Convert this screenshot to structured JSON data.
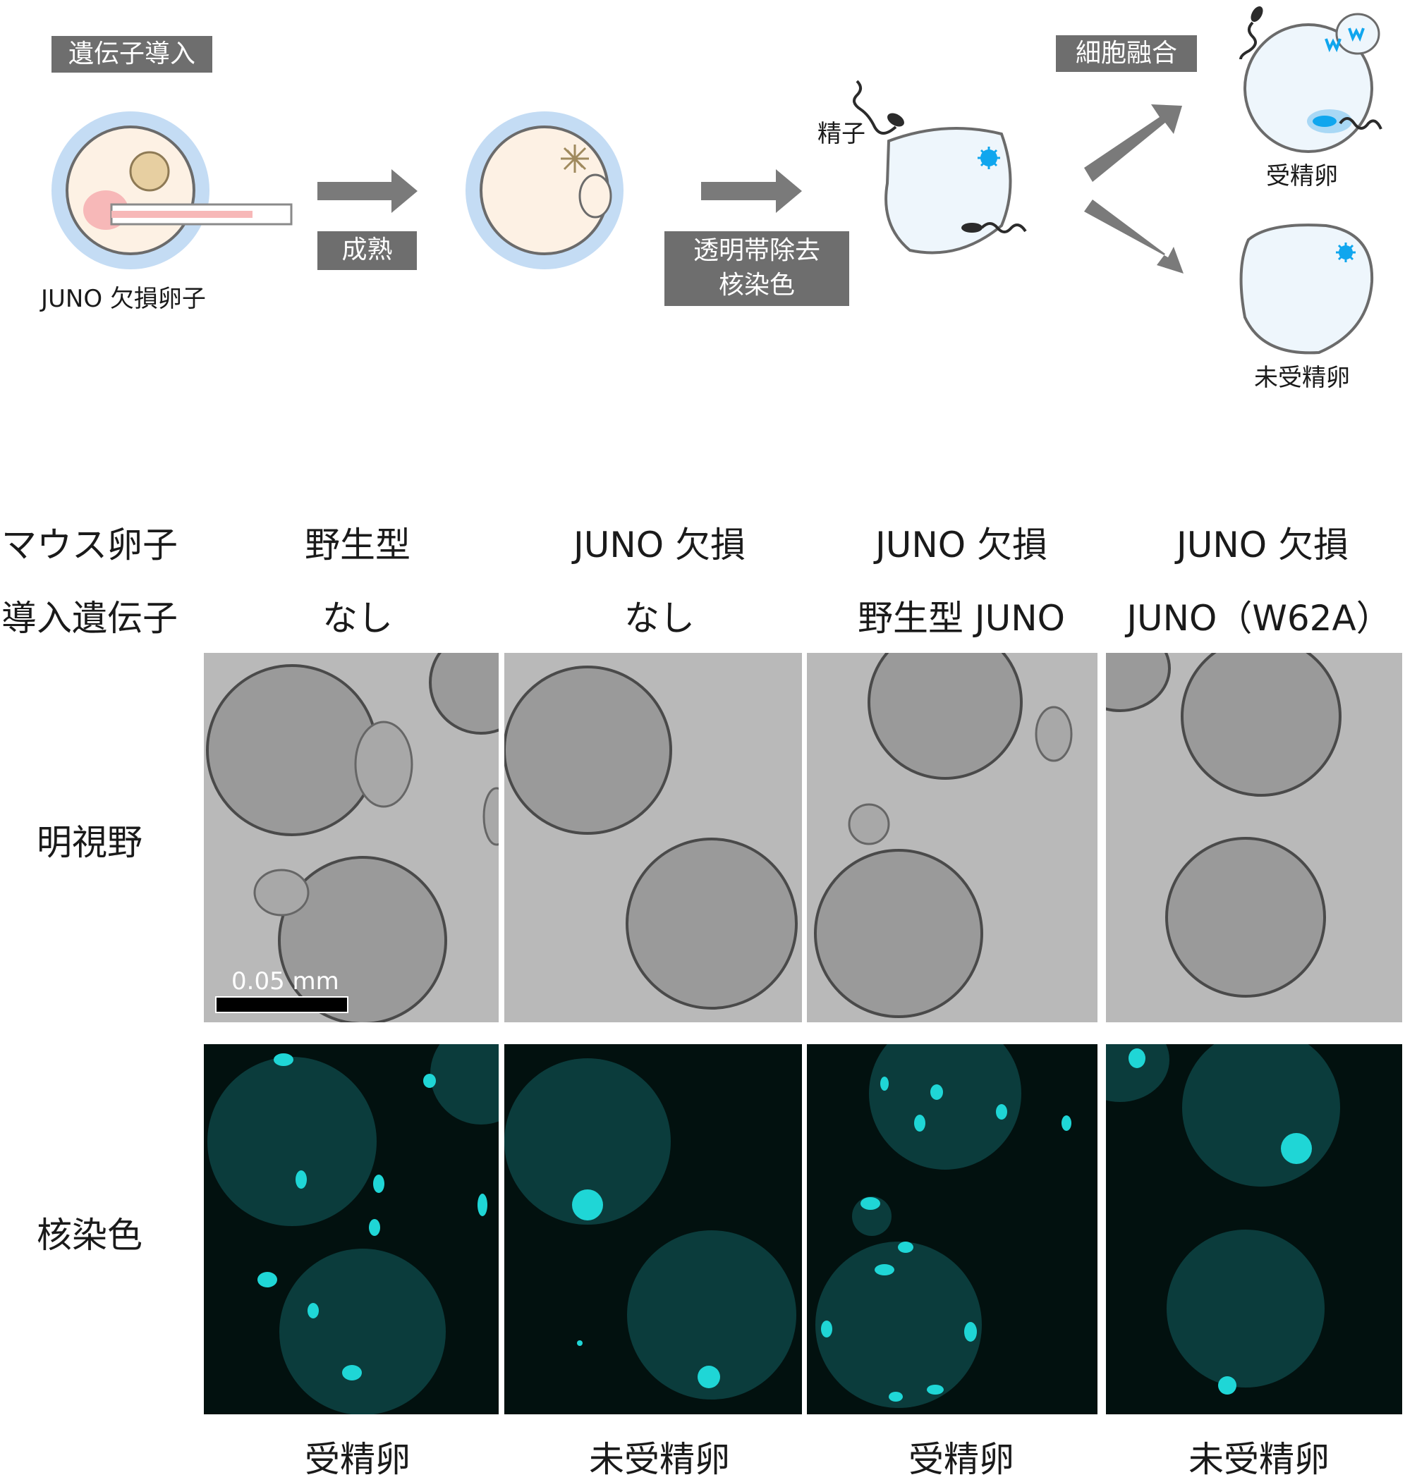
{
  "schematic": {
    "step_labels": {
      "gene_transfer": "遺伝子導入",
      "maturation": "成熟",
      "zona_removal_line1": "透明帯除去",
      "zona_removal_line2": "核染色",
      "cell_fusion": "細胞融合"
    },
    "texts": {
      "juno_deficient_oocyte": "JUNO 欠損卵子",
      "sperm": "精子",
      "fertilized_egg": "受精卵",
      "unfertilized_egg": "未受精卵"
    },
    "colors": {
      "label_box": "#6e6e6e",
      "arrow": "#7a7a7a",
      "zona": "#c4dcf4",
      "oocyte_fill": "#fdf1e4",
      "egg_fill": "#eef6fc",
      "nucleus_blue": "#10a6ee",
      "pink": "#f7b8b8",
      "tan": "#e7cfa1"
    }
  },
  "grid": {
    "row_header_oocyte": "マウス卵子",
    "row_header_gene": "導入遺伝子",
    "columns": [
      {
        "oocyte": "野生型",
        "gene": "なし",
        "result": "受精卵"
      },
      {
        "oocyte": "JUNO 欠損",
        "gene": "なし",
        "result": "未受精卵"
      },
      {
        "oocyte": "JUNO 欠損",
        "gene": "野生型 JUNO",
        "result": "受精卵"
      },
      {
        "oocyte": "JUNO 欠損",
        "gene": "JUNO（W62A）",
        "result": "未受精卵"
      }
    ],
    "row_labels": {
      "brightfield": "明視野",
      "nuclear_stain": "核染色"
    },
    "scale_bar": "0.05 mm",
    "colors": {
      "brightfield_bg": "#b9b9b9",
      "fluorescence_bg": "#02110f",
      "fluorescence_cyan": "#1fd6d6"
    }
  }
}
